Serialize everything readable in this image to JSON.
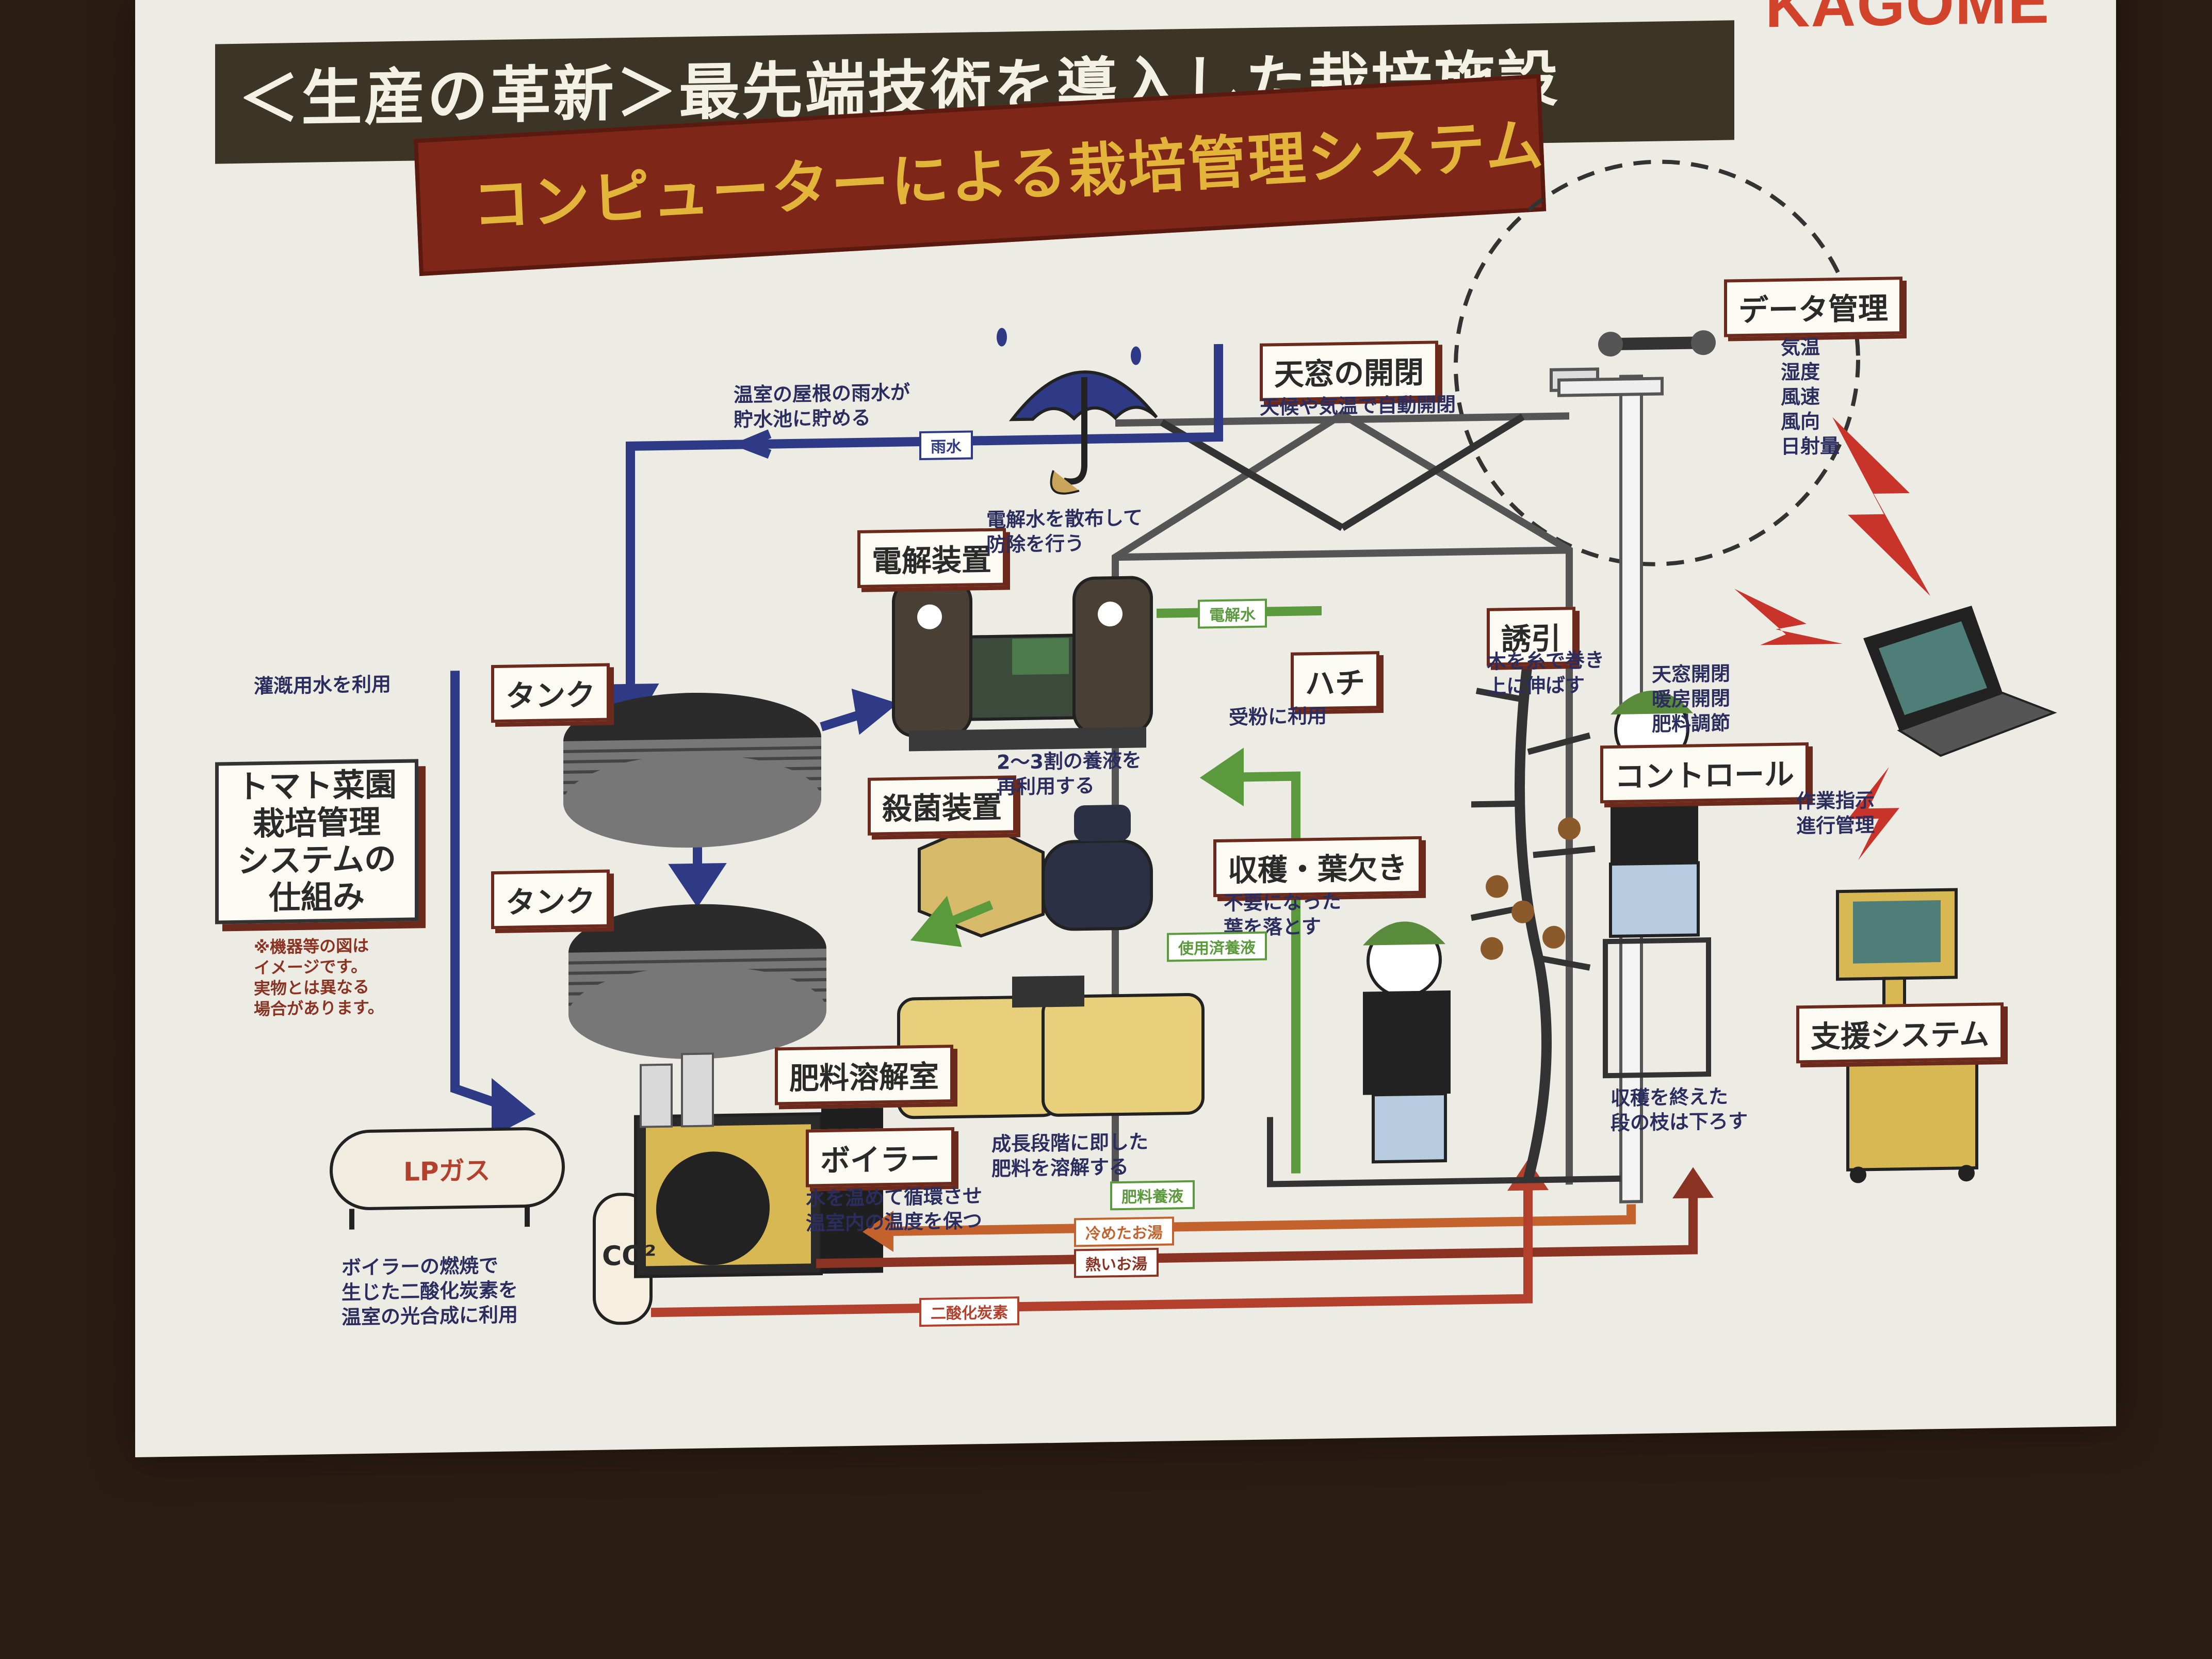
{
  "header": {
    "title": "＜生産の革新＞最先端技術を導入した栽培施設",
    "logo": "KAGOME"
  },
  "banner": {
    "title": "コンピューターによる栽培管理システム"
  },
  "system_box": {
    "line1": "トマト菜園",
    "line2": "栽培管理",
    "line3": "システムの",
    "line4": "仕組み"
  },
  "labels": {
    "tank_upper": "タンク",
    "tank_lower": "タンク",
    "electrolysis": "電解装置",
    "sterilizer": "殺菌装置",
    "fertilizer": "肥料溶解室",
    "boiler": "ボイラー",
    "lp_gas": "LPガス",
    "co2": "CO²",
    "skylight": "天窓の開閉",
    "data_mgmt": "データ管理",
    "bees": "ハチ",
    "training": "誘引",
    "harvest": "収穫・葉欠き",
    "control": "コントロール",
    "support": "支援システム"
  },
  "notes": {
    "rain": "温室の屋根の雨水が\n貯水池に貯める",
    "electrolysis": "電解水を散布して\n防除を行う",
    "reuse": "灌漑用水を利用",
    "sterilizer": "2～3割の養液を\n再利用する",
    "disclaimer": "※機器等の図は\nイメージです。\n実物とは異なる\n場合があります。",
    "skylight": "天候や気温で自動開閉",
    "weather": "気温\n湿度\n風速\n風向\n日射量",
    "bees": "受粉に利用",
    "training": "木を糸で巻き\n上に伸ばす",
    "harvest": "不要になった\n葉を落とす",
    "control": "天窓開閉\n暖房開閉\n肥料調節",
    "support": "作業指示\n進行管理",
    "fertilizer": "成長段階に即した\n肥料を溶解する",
    "boiler": "水を温めて循環させ\n温室内の温度を保つ",
    "co2": "ボイラーの燃焼で\n生じた二酸化炭素を\n温室の光合成に利用",
    "stem": "収穫を終えた\n段の枝は下ろす"
  },
  "pipes": {
    "rain": "雨水",
    "electrolyzed": "電解水",
    "used_nutrient": "使用済養液",
    "fertilizer": "肥料養液",
    "cold_water": "冷めたお湯",
    "hot_water": "熱いお湯",
    "co2": "二酸化炭素"
  },
  "colors": {
    "blue_pipe": "#2e3a86",
    "green_pipe": "#5b9a3c",
    "red_pipe": "#b3402c",
    "orange_pipe": "#c4622e",
    "dark_brown": "#6b2a1c",
    "tan": "#e8cf7b"
  }
}
